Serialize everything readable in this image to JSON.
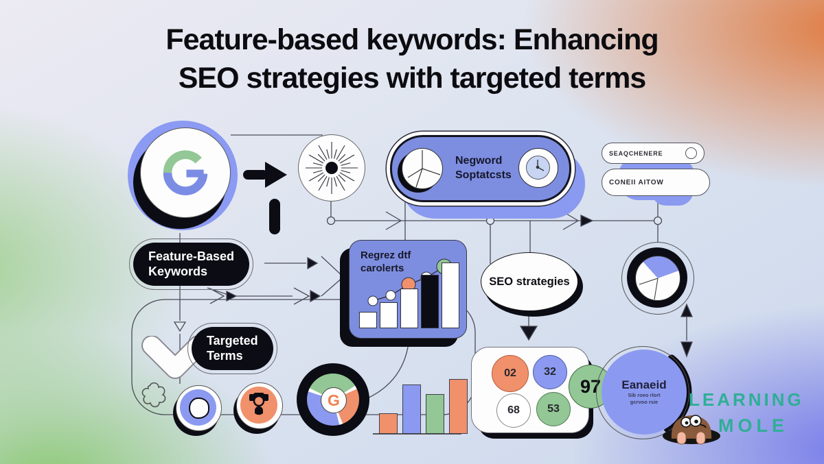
{
  "title": {
    "line1": "Feature-based keywords: Enhancing",
    "line2": "SEO strategies with targeted terms"
  },
  "flow": {
    "feature_pill": {
      "line1": "Feature-Based",
      "line2": "Keywords"
    },
    "targeted_pill": {
      "line1": "Targeted",
      "line2": "Terms"
    },
    "keyword_pill": {
      "line1": "Negword",
      "line2": "Soptatcsts"
    },
    "seo_ellipse": {
      "label": "SEO strategies"
    },
    "chart_card": {
      "line1": "Regrez dtf",
      "line2": "carolerts"
    },
    "search_bar_top": {
      "value": "SEAQCHENERE"
    },
    "search_bar_bottom": {
      "value": "CONEII AITOW"
    },
    "earned_circle": {
      "title": "Eanaeid",
      "sub1": "Sib roeo rlort",
      "sub2": "gcrvoo rsie"
    }
  },
  "metrics_card": {
    "circle_values": [
      "02",
      "32",
      "68",
      "53"
    ],
    "big_value": "97"
  },
  "icons": {
    "google_g": "G",
    "donut_glyph": "G",
    "sunburst": "sunburst-icon",
    "clock": "clock-icon",
    "pie": "pie-chart-icon",
    "checkmark": "check-icon",
    "person": "person-icon",
    "mole": "mole-mascot"
  },
  "logo": {
    "line1": "LEARNING",
    "line2": "MOLE",
    "color": "#2fae96"
  },
  "colors": {
    "periwinkle": "#7d8ee0",
    "light_periwinkle": "#8b9af0",
    "orange": "#f0916c",
    "green": "#93c795",
    "black": "#0c0c14"
  },
  "chart_data": [
    {
      "type": "bar",
      "context": "chart-card",
      "values": [
        22,
        36,
        56,
        76,
        94
      ],
      "bar_colors": [
        "#ffffff",
        "#ffffff",
        "#ffffff",
        "#0c0c14",
        "#ffffff"
      ],
      "trend": {
        "points": [
          [
            34,
            88
          ],
          [
            60,
            80
          ],
          [
            86,
            64
          ],
          [
            112,
            54
          ],
          [
            138,
            38
          ]
        ],
        "colors": [
          "#ffffff",
          "#ffffff",
          "#f0916c",
          "#ffffff",
          "#93c795"
        ],
        "radii": [
          7,
          7,
          10,
          8,
          11
        ]
      }
    },
    {
      "type": "bar",
      "context": "bottom-bar-chart",
      "values": [
        28,
        70,
        56,
        78
      ],
      "bar_colors": [
        "#f0916c",
        "#8b9af0",
        "#93c795",
        "#f0916c"
      ]
    }
  ]
}
